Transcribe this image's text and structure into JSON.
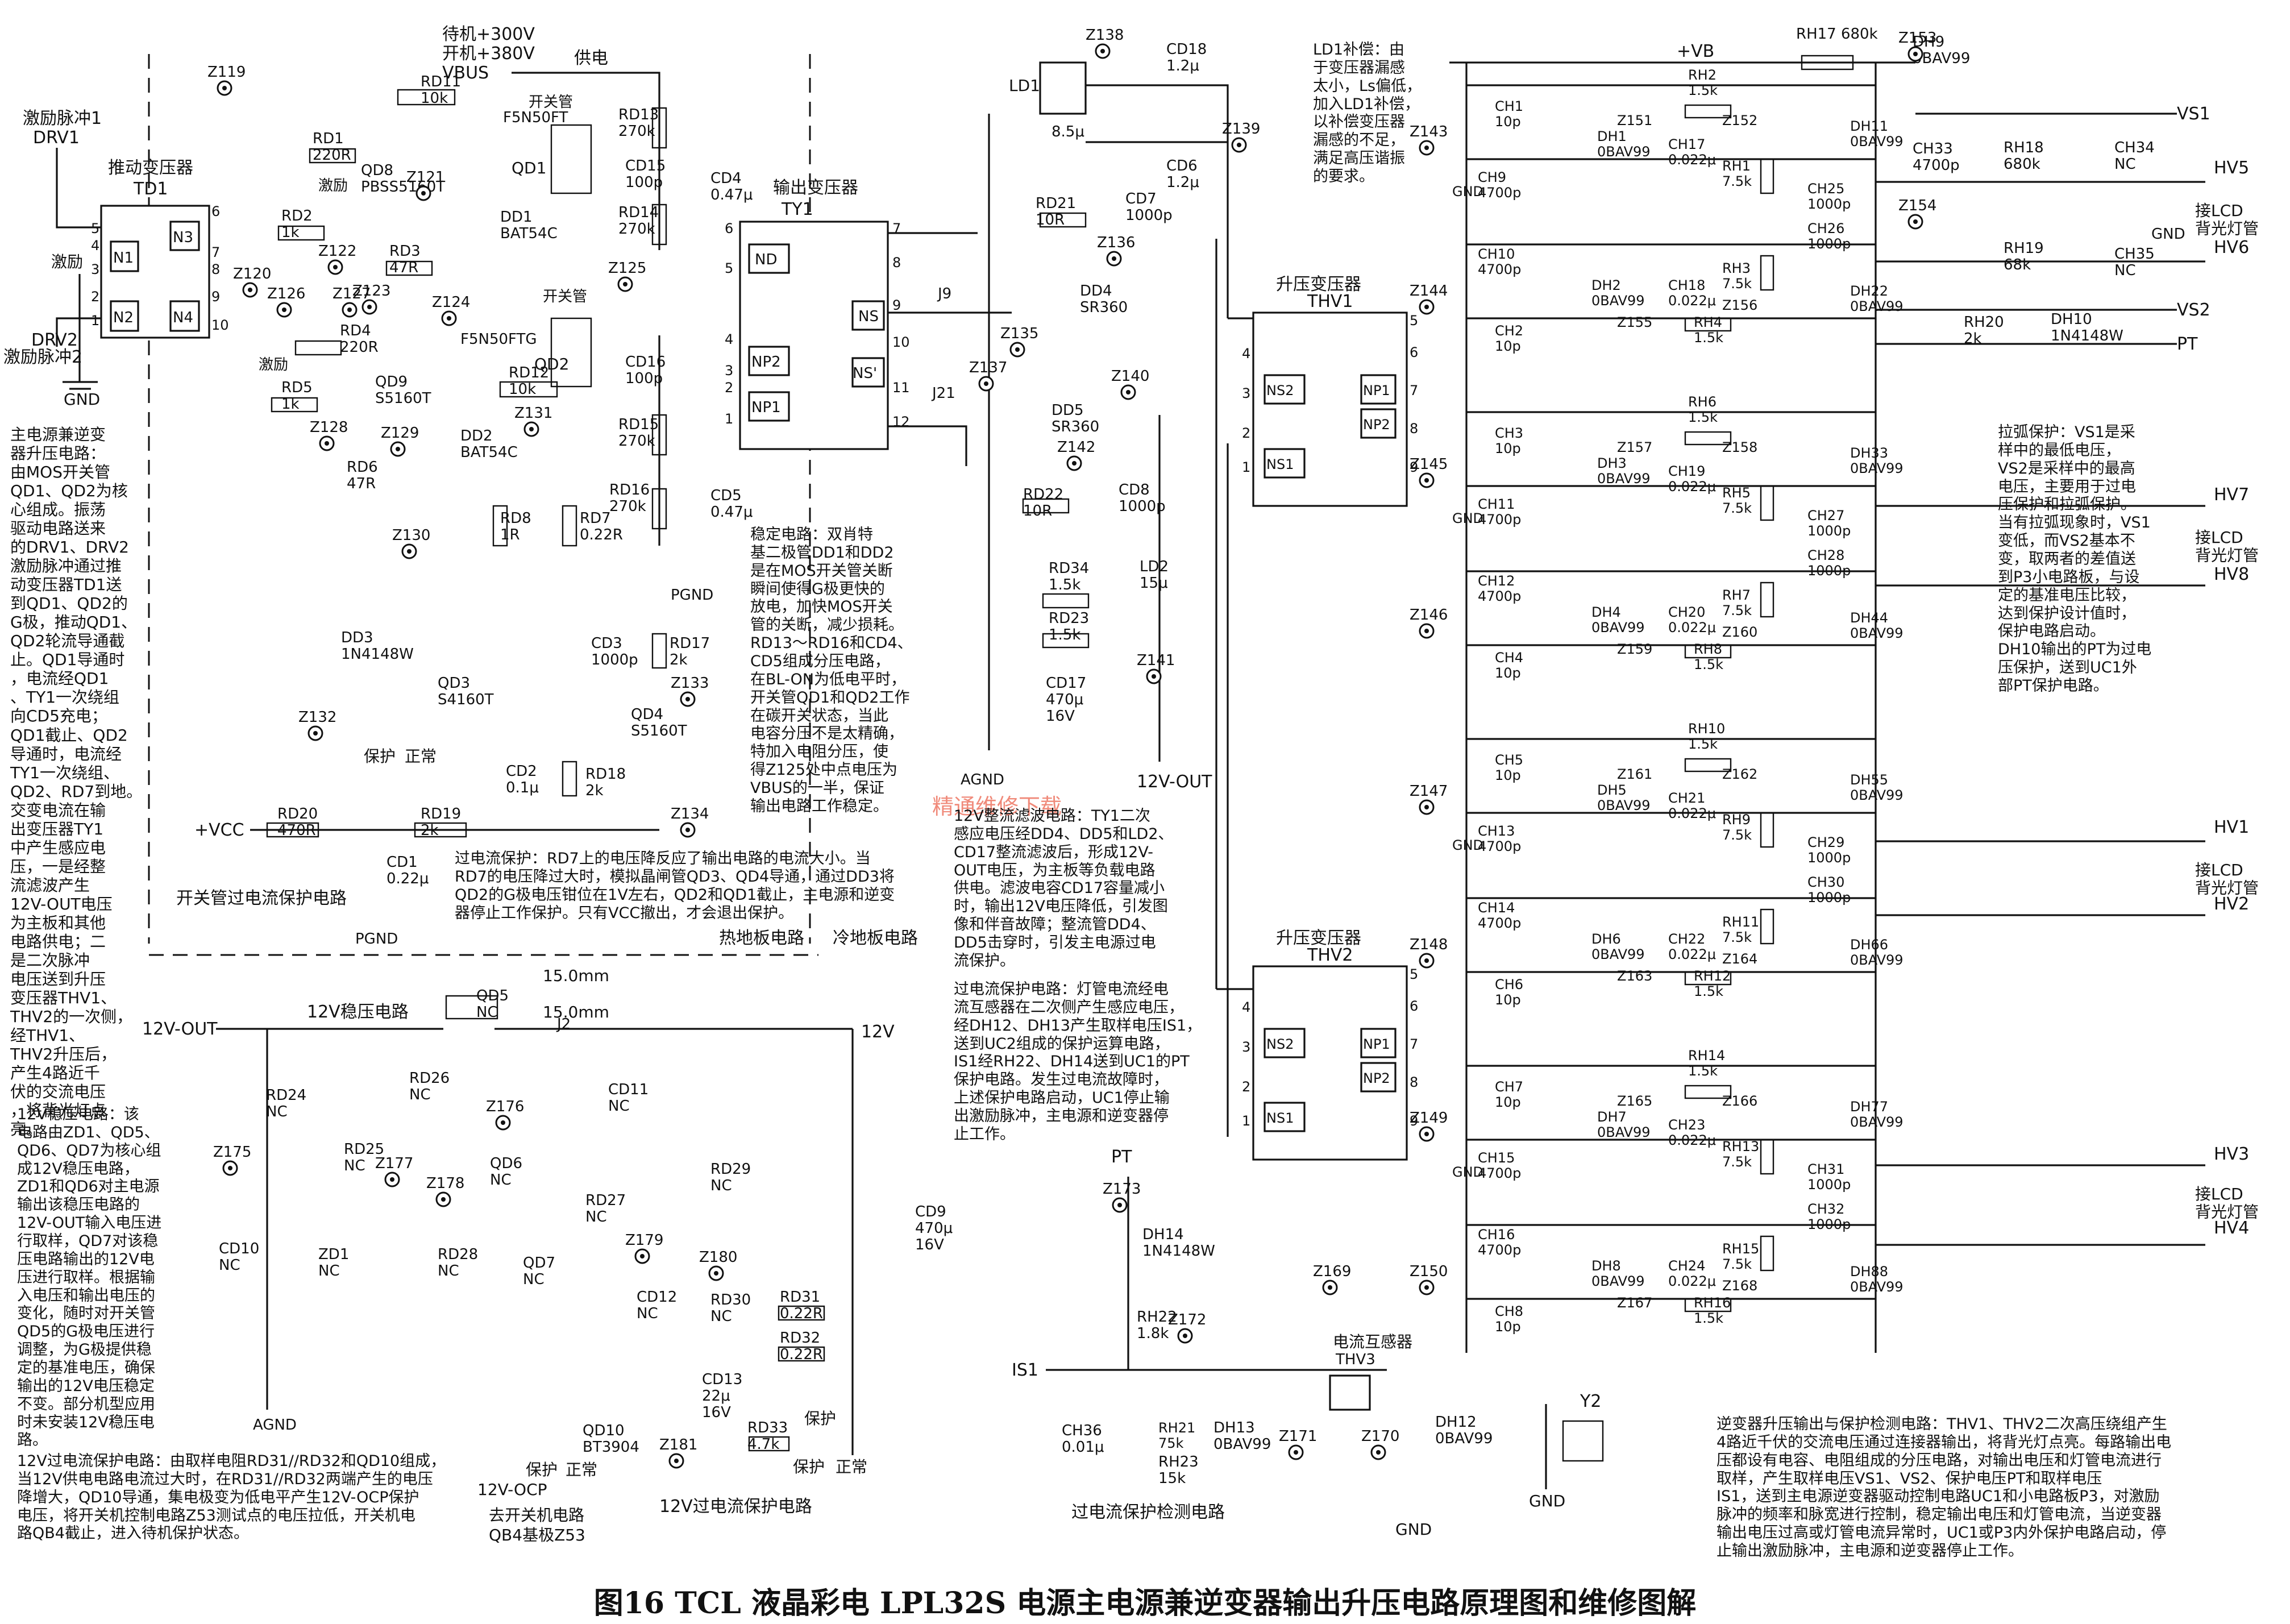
{
  "caption": "图16   TCL 液晶彩电 LPL32S 电源主电源兼逆变器输出升压电路原理图和维修图解",
  "watermark": "精通维修下载",
  "sections": {
    "td1": "推动变压器",
    "td1_ref": "TD1",
    "ty1": "输出变压器",
    "ty1_ref": "TY1",
    "thv1": "升压变压器",
    "thv1_ref": "THV1",
    "thv2": "升压变压器",
    "thv2_ref": "THV2",
    "supply": "供电",
    "ocp_circuit": "开关管过电流保护电路",
    "hot_ground": "热地板电路",
    "cold_ground": "冷地板电路",
    "reg12": "12V稳压电路",
    "ocp12": "12V过电流保护电路",
    "ocp_detect": "过电流保护检测电路",
    "ct": "电流互感器",
    "ct_ref": "THV3"
  },
  "signals": {
    "drv1_title": "激励脉冲1",
    "drv1": "DRV1",
    "drv2": "DRV2",
    "drv2_title": "激励脉冲2",
    "gnd": "GND",
    "standby": "待机+300V",
    "power_on": "开机+380V",
    "vbus": "VBUS",
    "vcc": "+VCC",
    "pgnd": "PGND",
    "agnd": "AGND",
    "out12": "12V-OUT",
    "v12": "12V",
    "ocp12v": "12V-OCP",
    "vb": "+VB",
    "vs1": "VS1",
    "vs2": "VS2",
    "pt": "PT",
    "is1": "IS1",
    "hv5": "HV5",
    "hv6": "HV6",
    "hv7": "HV7",
    "hv8": "HV8",
    "hv1": "HV1",
    "hv2": "HV2",
    "hv3": "HV3",
    "hv4": "HV4",
    "lcd_backlight": "接LCD\n背光灯管",
    "excite": "激励",
    "protect": "保护",
    "normal": "正常",
    "to_main": "去开关机电路",
    "qb4": "QB4基极Z53",
    "switch_tube": "开关管",
    "y2": "Y2",
    "trace15": "15.0mm"
  },
  "labels": {
    "rd11": "RD11\n10k",
    "rd1": "RD1\n220R",
    "rd2": "RD2\n1k",
    "rd3": "RD3\n47R",
    "rd4": "RD4\n220R",
    "rd5": "RD5\n1k",
    "rd6": "RD6\n47R",
    "rd12": "RD12\n10k",
    "rd13": "RD13\n270k",
    "rd14": "RD14\n270k",
    "rd15": "RD15\n270k",
    "rd16": "RD16\n270k",
    "rd8": "RD8\n1R",
    "rd7": "RD7\n0.22R",
    "rd17": "RD17\n2k",
    "rd18": "RD18\n2k",
    "rd20": "RD20\n470R",
    "rd19": "RD19\n2k",
    "rd21": "RD21\n10R",
    "rd22": "RD22\n10R",
    "rd34": "RD34\n1.5k",
    "rd23": "RD23\n1.5k",
    "qd1": "QD1",
    "qd2": "QD2",
    "qd1p": "F5N50FT",
    "qd2p": "F5N50FTG",
    "qd8": "QD8\nPBSS5160T",
    "qd9": "QD9\nS5160T",
    "qd3": "QD3\nS4160T",
    "qd4": "QD4\nS5160T",
    "dd1": "DD1\nBAT54C",
    "dd2": "DD2\nBAT54C",
    "dd3": "DD3\n1N4148W",
    "cd4": "CD4\n0.47μ",
    "cd15": "CD15\n100p",
    "cd16": "CD16\n100p",
    "cd5": "CD5\n0.47μ",
    "cd3": "CD3\n1000p",
    "cd2": "CD2\n0.1μ",
    "cd1": "CD1\n0.22μ",
    "cd18": "CD18\n1.2μ",
    "cd6": "CD6\n1.2μ",
    "cd7": "CD7\n1000p",
    "cd8": "CD8\n1000p",
    "cd17": "CD17\n470μ\n16V",
    "ld1": "LD1",
    "ld1v": "8.5μ",
    "ld2": "LD2\n15μ",
    "dd4": "DD4\nSR360",
    "dd5": "DD5\nSR360",
    "j9": "J9",
    "j21": "J21",
    "rh17": "RH17  680k",
    "rh18": "RH18\n680k",
    "rh19": "RH19\n68k",
    "rh20": "RH20\n2k",
    "dh9": "DH9\n0BAV99",
    "dh10": "DH10\n1N4148W",
    "ch33": "CH33\n4700p",
    "ch34": "CH34\nNC",
    "ch35": "CH35\nNC",
    "rd24": "RD24\nNC",
    "rd25": "RD25\nNC",
    "rd26": "RD26\nNC",
    "rd27": "RD27\nNC",
    "rd28": "RD28\nNC",
    "rd29": "RD29\nNC",
    "rd30": "RD30\nNC",
    "rd31": "RD31\n0.22R",
    "rd32": "RD32\n0.22R",
    "rd33": "RD33\n4.7k",
    "qd5": "QD5\nNC",
    "qd6": "QD6\nNC",
    "qd7": "QD7\nNC",
    "qd10": "QD10\nBT3904",
    "zd1": "ZD1\nNC",
    "cd10": "CD10\nNC",
    "cd11": "CD11\nNC",
    "cd12": "CD12\nNC",
    "cd13": "CD13\n22μ\n16V",
    "cd9": "CD9\n470μ\n16V",
    "j2": "J2",
    "rh22": "RH22\n1.8k",
    "rh21": "RH21\n75k",
    "rh23": "RH23\n15k",
    "ch36": "CH36\n0.01μ",
    "dh14": "DH14\n1N4148W",
    "dh13": "DH13\n0BAV99",
    "dh12": "DH12\n0BAV99"
  },
  "pins": {
    "td1": [
      "5",
      "4",
      "3",
      "2",
      "1",
      "6",
      "7",
      "8",
      "9",
      "10"
    ],
    "td1_names": [
      "N1",
      "N2",
      "N3",
      "N4"
    ],
    "ty1": [
      "6",
      "5",
      "4",
      "3",
      "2",
      "1",
      "7",
      "8",
      "9",
      "10",
      "11",
      "12"
    ],
    "ty1_names": [
      "ND",
      "NP2",
      "NP1",
      "NS",
      "NS'"
    ],
    "thv": [
      "4",
      "3",
      "2",
      "1",
      "5",
      "6",
      "7",
      "8",
      "9"
    ],
    "thv_names": [
      "NS2",
      "NS1",
      "NP1",
      "NP2"
    ]
  },
  "tests": [
    {
      "id": "Z119"
    },
    {
      "id": "Z121"
    },
    {
      "id": "Z122"
    },
    {
      "id": "Z123"
    },
    {
      "id": "Z120"
    },
    {
      "id": "Z126"
    },
    {
      "id": "Z127"
    },
    {
      "id": "Z124"
    },
    {
      "id": "Z125"
    },
    {
      "id": "Z128"
    },
    {
      "id": "Z129"
    },
    {
      "id": "Z130"
    },
    {
      "id": "Z131"
    },
    {
      "id": "Z132"
    },
    {
      "id": "Z133"
    },
    {
      "id": "Z134"
    },
    {
      "id": "Z138"
    },
    {
      "id": "Z139"
    },
    {
      "id": "Z136"
    },
    {
      "id": "Z135"
    },
    {
      "id": "Z137"
    },
    {
      "id": "Z140"
    },
    {
      "id": "Z142"
    },
    {
      "id": "Z141"
    },
    {
      "id": "Z153"
    },
    {
      "id": "Z154"
    },
    {
      "id": "Z143"
    },
    {
      "id": "Z144"
    },
    {
      "id": "Z145"
    },
    {
      "id": "Z146"
    },
    {
      "id": "Z147"
    },
    {
      "id": "Z148"
    },
    {
      "id": "Z149"
    },
    {
      "id": "Z150"
    },
    {
      "id": "Z175"
    },
    {
      "id": "Z176"
    },
    {
      "id": "Z177"
    },
    {
      "id": "Z178"
    },
    {
      "id": "Z179"
    },
    {
      "id": "Z180"
    },
    {
      "id": "Z181"
    },
    {
      "id": "Z173"
    },
    {
      "id": "Z172"
    },
    {
      "id": "Z169"
    },
    {
      "id": "Z171"
    },
    {
      "id": "Z170"
    }
  ],
  "channels": [
    {
      "ch_a": "CH1\n10p",
      "ch_b": "CH9\n4700p",
      "ch_c": "CH10\n4700p",
      "ch_d": "CH2\n10p",
      "d_a": "DH1\n0BAV99",
      "d_b": "DH2\n0BAV99",
      "c_a": "CH17\n0.022μ",
      "c_b": "CH18\n0.022μ",
      "r_a": "RH2\n1.5k",
      "r_b": "RH1\n7.5k",
      "r_c": "RH3\n7.5k",
      "r_d": "RH4\n1.5k",
      "cap_a": "CH25\n1000p",
      "cap_b": "CH26\n1000p",
      "dh_a": "DH11\n0BAV99",
      "dh_b": "DH22\n0BAV99",
      "z_a": "Z151",
      "z_b": "Z152",
      "z_c": "Z155",
      "z_d": "Z156"
    },
    {
      "ch_a": "CH3\n10p",
      "ch_b": "CH11\n4700p",
      "ch_c": "CH12\n4700p",
      "ch_d": "CH4\n10p",
      "d_a": "DH3\n0BAV99",
      "d_b": "DH4\n0BAV99",
      "c_a": "CH19\n0.022μ",
      "c_b": "CH20\n0.022μ",
      "r_a": "RH6\n1.5k",
      "r_b": "RH5\n7.5k",
      "r_c": "RH7\n7.5k",
      "r_d": "RH8\n1.5k",
      "cap_a": "CH27\n1000p",
      "cap_b": "CH28\n1000p",
      "dh_a": "DH33\n0BAV99",
      "dh_b": "DH44\n0BAV99",
      "z_a": "Z157",
      "z_b": "Z158",
      "z_c": "Z159",
      "z_d": "Z160"
    },
    {
      "ch_a": "CH5\n10p",
      "ch_b": "CH13\n4700p",
      "ch_c": "CH14\n4700p",
      "ch_d": "CH6\n10p",
      "d_a": "DH5\n0BAV99",
      "d_b": "DH6\n0BAV99",
      "c_a": "CH21\n0.022μ",
      "c_b": "CH22\n0.022μ",
      "r_a": "RH10\n1.5k",
      "r_b": "RH9\n7.5k",
      "r_c": "RH11\n7.5k",
      "r_d": "RH12\n1.5k",
      "cap_a": "CH29\n1000p",
      "cap_b": "CH30\n1000p",
      "dh_a": "DH55\n0BAV99",
      "dh_b": "DH66\n0BAV99",
      "z_a": "Z161",
      "z_b": "Z162",
      "z_c": "Z163",
      "z_d": "Z164"
    },
    {
      "ch_a": "CH7\n10p",
      "ch_b": "CH15\n4700p",
      "ch_c": "CH16\n4700p",
      "ch_d": "CH8\n10p",
      "d_a": "DH7\n0BAV99",
      "d_b": "DH8\n0BAV99",
      "c_a": "CH23\n0.022μ",
      "c_b": "CH24\n0.022μ",
      "r_a": "RH14\n1.5k",
      "r_b": "RH13\n7.5k",
      "r_c": "RH15\n7.5k",
      "r_d": "RH16\n1.5k",
      "cap_a": "CH31\n1000p",
      "cap_b": "CH32\n1000p",
      "dh_a": "DH77\n0BAV99",
      "dh_b": "DH88\n0BAV99",
      "z_a": "Z165",
      "z_b": "Z166",
      "z_c": "Z167",
      "z_d": "Z168"
    }
  ],
  "notes": {
    "main": "主电源兼逆变\n器升压电路：\n由MOS开关管\nQD1、QD2为核\n心组成。振荡\n驱动电路送来\n的DRV1、DRV2\n激励脉冲通过推\n动变压器TD1送\n到QD1、QD2的\nG极，推动QD1、\nQD2轮流导通截\n止。QD1导通时\n，电流经QD1\n、TY1一次绕组\n向CD5充电；\nQD1截止、QD2\n导通时，电流经\nTY1一次绕组、\nQD2、RD7到地。\n交变电流在输\n出变压器TY1\n中产生感应电\n压，一是经整\n流滤波产生\n12V-OUT电压\n为主板和其他\n电路供电；二\n是二次脉冲\n电压送到升压\n变压器THV1、\nTHV2的一次侧，\n经THV1、\nTHV2升压后，\n产生4路近千\n伏的交流电压\n，将背光灯点\n亮。",
    "stab": "稳定电路：双肖特\n基二极管DD1和DD2\n是在MOS开关管关断\n瞬间使得G极更快的\n放电，加快MOS开关\n管的关断，减少损耗。\nRD13～RD16和CD4、\nCD5组成分压电路，\n在BL-ON为低电平时，\n开关管QD1和QD2工作\n在碳开关状态，当此\n电容分压不是太精确，\n特加入电阻分压，使\n得Z125处中点电压为\nVBUS的一半，保证\n输出电路工作稳定。",
    "ld1": "LD1补偿：由\n于变压器漏感\n太小，Ls偏低，\n加入LD1补偿，\n以补偿变压器\n漏感的不足，\n满足高压谐振\n的要求。",
    "ocp": "过电流保护：RD7上的电压降反应了输出电路的电流大小。当\nRD7的电压降过大时，模拟晶闸管QD3、QD4导通，通过DD3将\nQD2的G极电压钳位在1V左右，QD2和QD1截止，主电源和逆变\n器停止工作保护。只有VCC撤出，才会退出保护。",
    "filter12": "12V整流滤波电路：TY1二次\n感应电压经DD4、DD5和LD2、\nCD17整流滤波后，形成12V-\nOUT电压，为主板等负载电路\n供电。滤波电容CD17容量减小\n时，输出12V电压降低，引发图\n像和伴音故障；整流管DD4、\nDD5击穿时，引发主电源过电\n流保护。",
    "ocp2": "过电流保护电路：灯管电流经电\n流互感器在二次侧产生感应电压，\n经DH12、DH13产生取样电压IS1，\n送到UC2组成的保护运算电路，\nIS1经RH22、DH14送到UC1的PT\n保护电路。发生过电流故障时，\n上述保护电路启动，UC1停止输\n出激励脉冲，主电源和逆变器停\n止工作。",
    "arc": "拉弧保护：VS1是采\n样中的最低电压，\nVS2是采样中的最高\n电压，主要用于过电\n压保护和拉弧保护。\n当有拉弧现象时，VS1\n变低，而VS2基本不\n变，取两者的差值送\n到P3小电路板，与设\n定的基准电压比较，\n达到保护设计值时，\n保护电路启动。\nDH10输出的PT为过电\n压保护，送到UC1外\n部PT保护电路。",
    "inv": "逆变器升压输出与保护检测电路：THV1、THV2二次高压绕组产生\n4路近千伏的交流电压通过连接器输出，将背光灯点亮。每路输出电\n压都设有电容、电阻组成的分压电路，对输出电压和灯管电流进行\n取样，产生取样电压VS1、VS2、保护电压PT和取样电压\nIS1，送到主电源逆变器驱动控制电路UC1和小电路板P3，对激励\n脉冲的频率和脉宽进行控制，稳定输出电压和灯管电流，当逆变器\n输出电压过高或灯管电流异常时，UC1或P3内外保护电路启动，停\n止输出激励脉冲，主电源和逆变器停止工作。",
    "reg": "12V稳压电路：该\n电路由ZD1、QD5、\nQD6、QD7为核心组\n成12V稳压电路，\nZD1和QD6对主电源\n输出该稳压电路的\n12V-OUT输入电压进\n行取样，QD7对该稳\n压电路输出的12V电\n压进行取样。根据输\n入电压和输出电压的\n变化，随时对开关管\nQD5的G极电压进行\n调整，为G极提供稳\n定的基准电压，确保\n输出的12V电压稳定\n不变。部分机型应用\n时未安装12V稳压电\n路。",
    "ocp3": "12V过电流保护电路：由取样电阻RD31//RD32和QD10组成，\n当12V供电电路电流过大时，在RD31//RD32两端产生的电压\n降增大，QD10导通，集电极变为低电平产生12V-OCP保护\n电压，将开关机控制电路Z53测试点的电压拉低，开关机电\n路QB4截止，进入待机保护状态。"
  }
}
